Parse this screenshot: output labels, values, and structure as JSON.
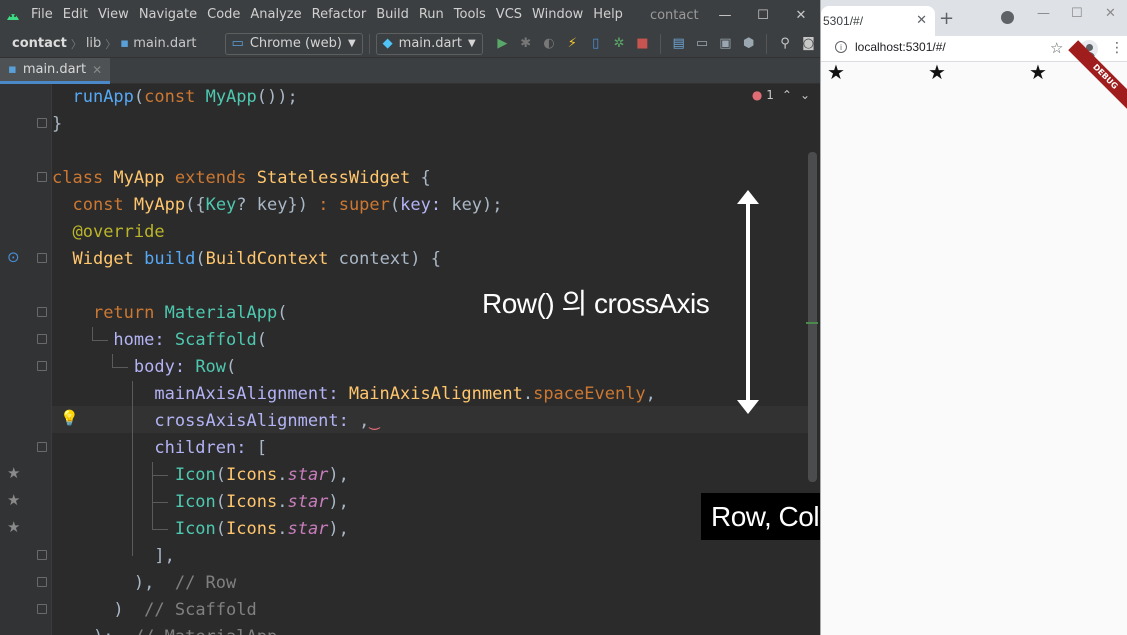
{
  "ide": {
    "menu": [
      "File",
      "Edit",
      "View",
      "Navigate",
      "Code",
      "Analyze",
      "Refactor",
      "Build",
      "Run",
      "Tools",
      "VCS",
      "Window",
      "Help"
    ],
    "project_title": "contact",
    "window_controls": [
      "—",
      "☐",
      "✕"
    ],
    "breadcrumb": [
      "contact",
      "lib",
      "main.dart"
    ],
    "device_selector": "Chrome (web)",
    "run_config": "main.dart",
    "tab": {
      "label": "main.dart",
      "close": "✕"
    },
    "error_count": "1",
    "code": {
      "l1": [
        "runApp",
        "(",
        "const ",
        "MyApp",
        "());"
      ],
      "l2": "}",
      "l3": [
        "class ",
        "MyApp ",
        "extends ",
        "StatelessWidget ",
        "{"
      ],
      "l4": [
        "const ",
        "MyApp",
        "({",
        "Key",
        "? ",
        "key",
        "}) ",
        ": ",
        "super",
        "(",
        "key: ",
        "key",
        ");"
      ],
      "l5": "@override",
      "l6": [
        "Widget ",
        "build",
        "(",
        "BuildContext ",
        "context",
        ") {"
      ],
      "l7": [
        "return ",
        "MaterialApp",
        "("
      ],
      "l8": [
        "home: ",
        "Scaffold",
        "("
      ],
      "l9": [
        "body: ",
        "Row",
        "("
      ],
      "l10": [
        "mainAxisAlignment: ",
        "MainAxisAlignment",
        ".",
        "spaceEvenly",
        ","
      ],
      "l11": [
        "crossAxisAlignment: ",
        ","
      ],
      "l12": [
        "children: ",
        "["
      ],
      "l13": [
        "Icon",
        "(",
        "Icons",
        ".",
        "star",
        "),"
      ],
      "l14": [
        "Icon",
        "(",
        "Icons",
        ".",
        "star",
        "),"
      ],
      "l15": [
        "Icon",
        "(",
        "Icons",
        ".",
        "star",
        "),"
      ],
      "l16": "],",
      "l17": [
        "),  ",
        "// Row"
      ],
      "l18": [
        ")  ",
        "// Scaffold"
      ],
      "l19": [
        ");  ",
        "// MaterialApp"
      ]
    }
  },
  "overlay": {
    "title": "Row() 의 crossAxis",
    "subtitle": "Row, Column 요소들 정렬하려면"
  },
  "browser": {
    "tab_title": "5301/#/",
    "url": "localhost:5301/#/",
    "debug_banner": "DEBUG",
    "stars": [
      "★",
      "★",
      "★"
    ]
  },
  "colors": {
    "ide_bg": "#2b2b2b",
    "keyword": "#cc7832",
    "widget_class": "#4ec9b0",
    "error": "#e06c75",
    "debug_banner": "#a01d1d"
  }
}
